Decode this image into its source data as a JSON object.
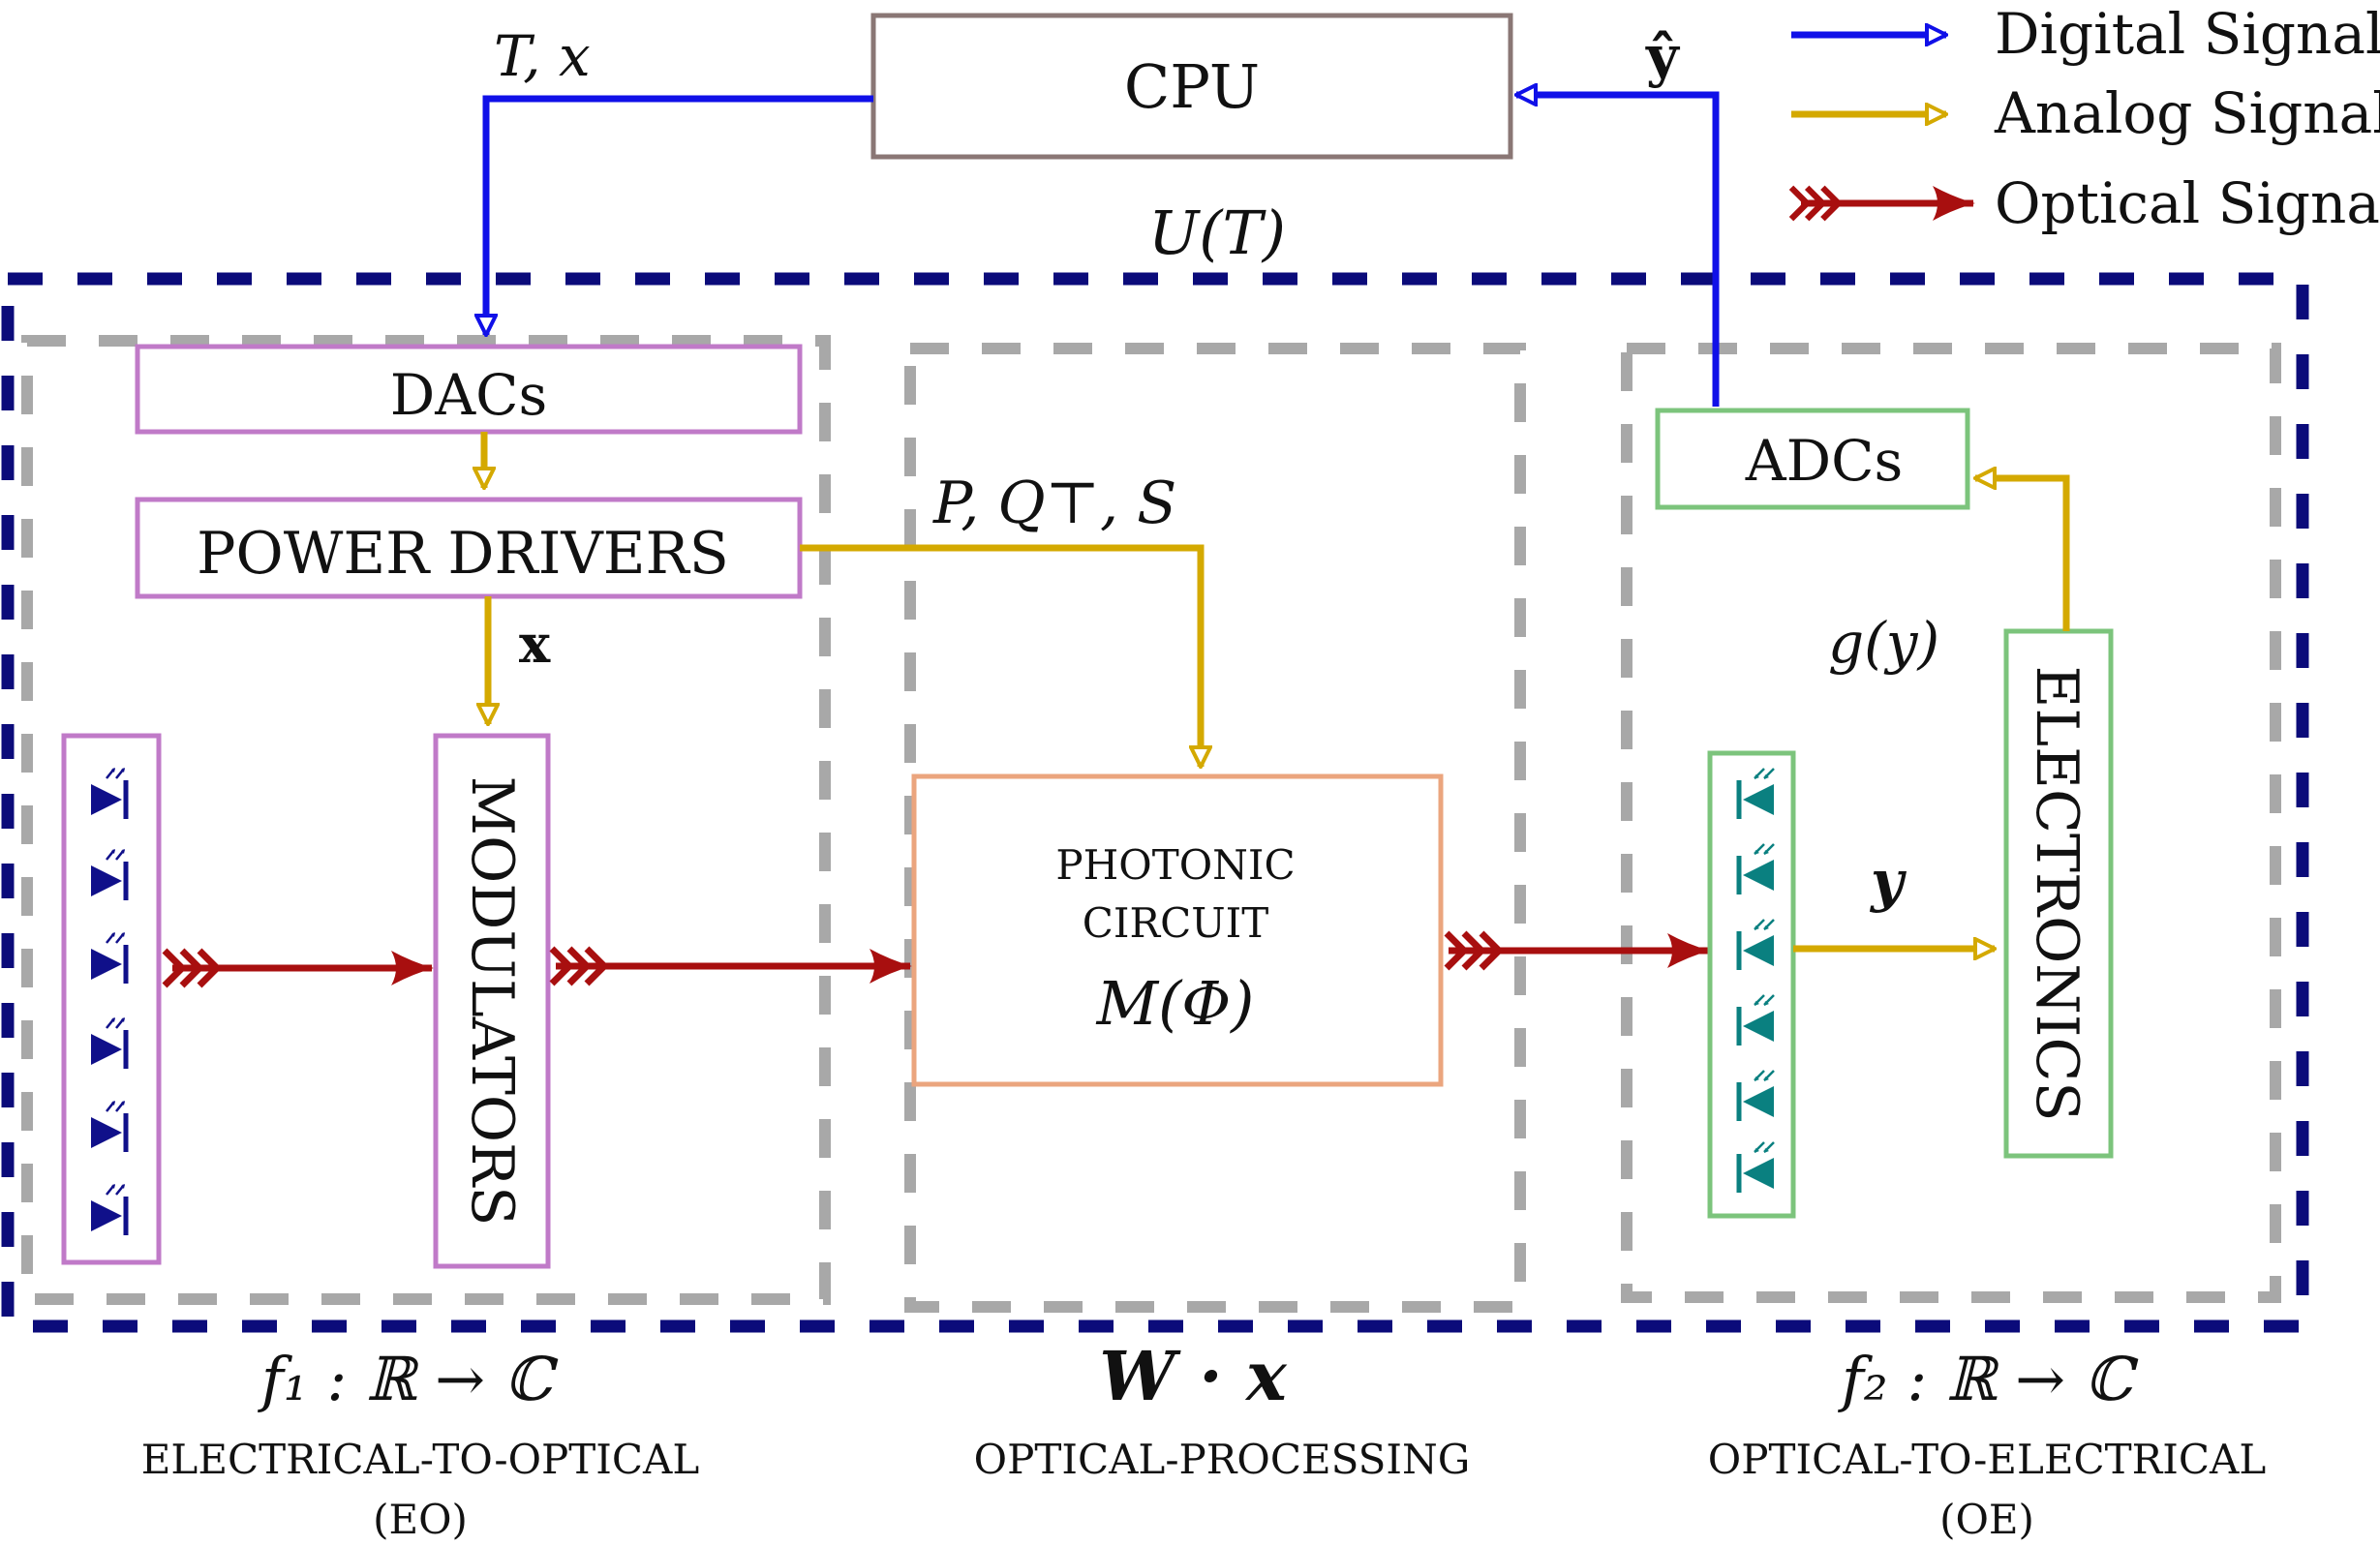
{
  "colors": {
    "digital": "#1010e8",
    "analog": "#d4a900",
    "optical": "#a80f0f",
    "outer_dash": "#0b0b7a",
    "inner_dash": "#a8a8a8",
    "cpu_border": "#8a7775",
    "eo_border": "#c07ac8",
    "photonic_border": "#eba57e",
    "oe_border": "#7cc47c",
    "led": "#10108a",
    "photodiode": "#0a8080"
  },
  "legend": {
    "digital": "Digital Signal",
    "analog": "Analog Signal",
    "optical": "Optical Signal"
  },
  "blocks": {
    "cpu": "CPU",
    "dacs": "DACs",
    "power_drivers": "POWER DRIVERS",
    "modulators": "MODULATORS",
    "photonic_line1": "PHOTONIC",
    "photonic_line2": "CIRCUIT",
    "photonic_math": "M(Φ)",
    "adcs": "ADCs",
    "electronics": "ELECTRONICS"
  },
  "signals": {
    "t_x": "T, x",
    "y_hat": "ŷ",
    "u_t": "U(T)",
    "pqs": "P, Q⊤, S",
    "x": "x",
    "g_y": "g(y)",
    "y": "y"
  },
  "sections": {
    "eo_math": "f₁ : ℝ → ℂ",
    "eo_title": "ELECTRICAL-TO-OPTICAL",
    "eo_abbr": "(EO)",
    "op_math": "W · x",
    "op_title": "OPTICAL-PROCESSING",
    "oe_math": "f₂ : ℝ → ℂ",
    "oe_title": "OPTICAL-TO-ELECTRICAL",
    "oe_abbr": "(OE)"
  },
  "icons": {
    "led": "led-icon",
    "photodiode": "photodiode-icon",
    "hollow_arrow": "hollow-arrowhead-icon",
    "optical_arrow": "optical-arrow-icon"
  }
}
